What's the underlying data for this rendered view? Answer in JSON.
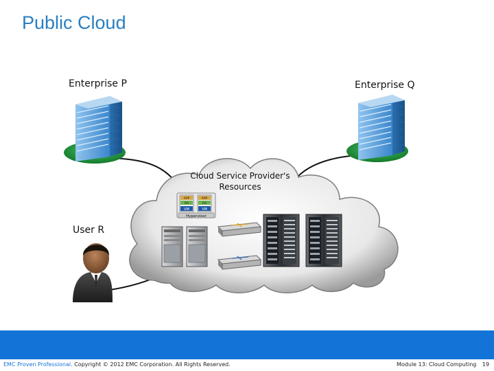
{
  "title": "Public Cloud",
  "enterprise_p": "Enterprise P",
  "enterprise_q": "Enterprise Q",
  "user_r": "User R",
  "cloud_line1": "Cloud Service Provider's",
  "cloud_line2": "Resources",
  "vm_label": "VM",
  "os_label": "OS",
  "app_label": "APP",
  "hypervisor_label": "Hypervisor",
  "footer": {
    "brand": "EMC Proven Professional.",
    "copyright": " Copyright © 2012 EMC Corporation. All Rights Reserved.",
    "module": "Module 13: Cloud Computing",
    "page": "19"
  },
  "colors": {
    "title": "#2a7fc0",
    "footer_bar": "#1473d6",
    "base_green": "#1e9e3a"
  }
}
